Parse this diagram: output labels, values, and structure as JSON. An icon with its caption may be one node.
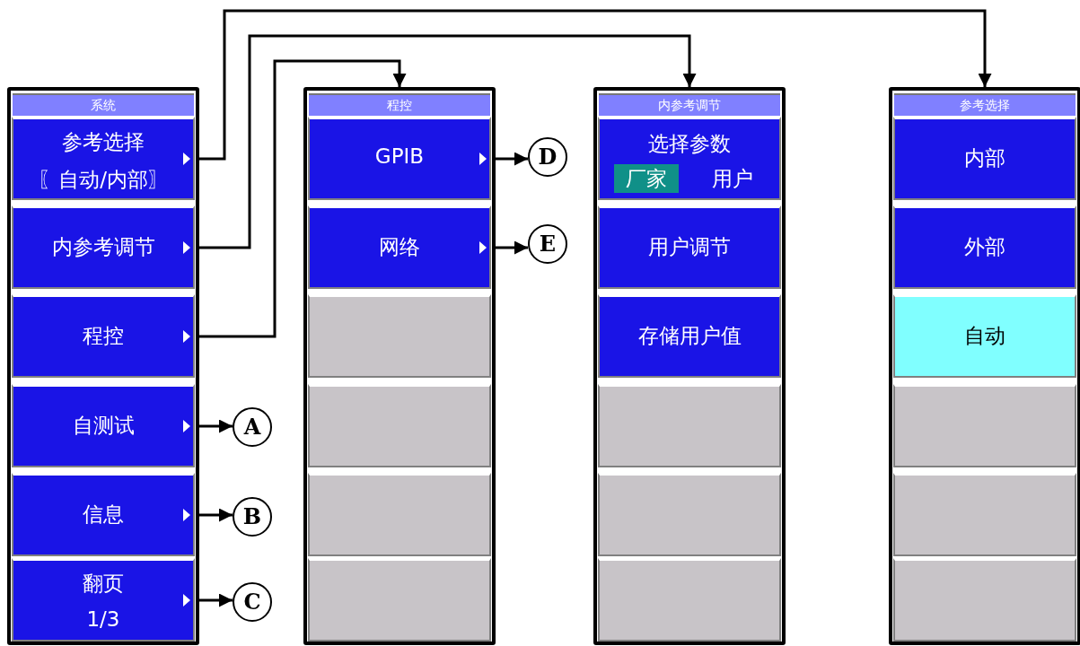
{
  "diagram": {
    "nodes": [
      {
        "text": [
          "系统"
        ]
      },
      {
        "text": [
          "参考选择",
          "〖自动/内部〗"
        ],
        "in": 0
      },
      {
        "text": [
          "内参考调节"
        ],
        "in": 0
      },
      {
        "text": [
          "程控"
        ],
        "in": 0
      },
      {
        "text": [
          "自测试"
        ],
        "in": 0
      },
      {
        "text": [
          "信息"
        ],
        "in": 0
      },
      {
        "text": [
          "翻页",
          "1/3"
        ],
        "in": 0
      },
      {
        "text": [
          "程控"
        ]
      },
      {
        "text": [
          "GPIB"
        ],
        "in": 7
      },
      {
        "text": [
          "网络"
        ],
        "in": 7
      },
      {
        "text": [],
        "shape": "box",
        "in": 7
      },
      {
        "text": [],
        "shape": "box",
        "in": 7
      },
      {
        "text": [],
        "shape": "box",
        "in": 7
      },
      {
        "text": [],
        "shape": "box",
        "in": 7
      },
      {
        "text": [
          "内参考调节"
        ]
      },
      {
        "text": [
          "选择参数",
          "厂家",
          "用户"
        ],
        "in": 14
      },
      {
        "text": [
          "用户调节"
        ],
        "in": 14
      },
      {
        "text": [
          "存储用户值"
        ],
        "in": 14
      },
      {
        "text": [],
        "shape": "box",
        "in": 14
      },
      {
        "text": [],
        "shape": "box",
        "in": 14
      },
      {
        "text": [],
        "shape": "box",
        "in": 14
      },
      {
        "text": [
          "参考选择"
        ]
      },
      {
        "text": [
          "内部"
        ],
        "in": 21
      },
      {
        "text": [
          "外部"
        ],
        "in": 21
      },
      {
        "text": [
          "自动"
        ],
        "in": 21
      },
      {
        "text": [],
        "shape": "box",
        "in": 21
      },
      {
        "text": [],
        "shape": "box",
        "in": 21
      },
      {
        "text": [],
        "shape": "box",
        "in": 21
      },
      {
        "text": [
          "A"
        ]
      },
      {
        "text": [
          "B"
        ]
      },
      {
        "text": [
          "C"
        ]
      },
      {
        "text": [
          "D"
        ]
      },
      {
        "text": [
          "E"
        ]
      }
    ],
    "edges": [
      {
        "from": 1,
        "to": 21,
        "arrow": "to"
      },
      {
        "from": 2,
        "to": 14,
        "arrow": "to"
      },
      {
        "from": 3,
        "to": 7,
        "arrow": "to"
      },
      {
        "from": 4,
        "to": 28,
        "arrow": "to"
      },
      {
        "from": 5,
        "to": 29,
        "arrow": "to"
      },
      {
        "from": 6,
        "to": 30,
        "arrow": "to"
      },
      {
        "from": 8,
        "to": 31,
        "arrow": "to"
      },
      {
        "from": 9,
        "to": 32,
        "arrow": "to"
      }
    ]
  }
}
